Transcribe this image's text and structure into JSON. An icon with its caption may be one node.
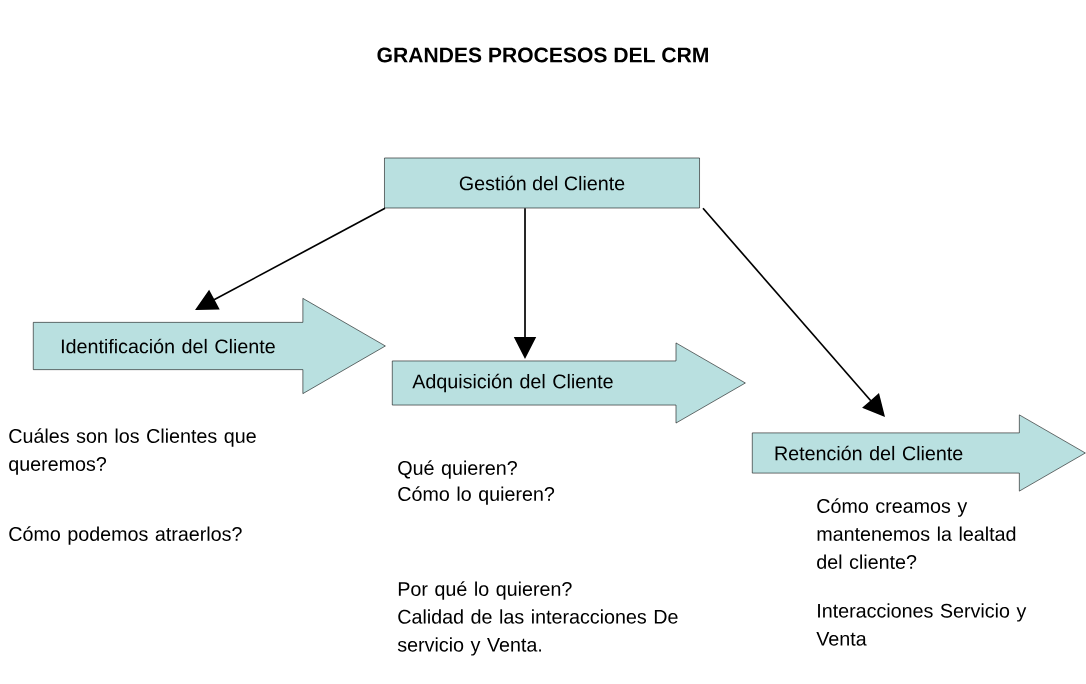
{
  "diagram": {
    "title": "GRANDES PROCESOS DEL CRM",
    "nodes": [
      {
        "text": [
          "Gestión del Cliente"
        ]
      },
      {
        "text": [
          "Identificación del Cliente"
        ],
        "beside": [
          "Cuáles son los Clientes que queremos?",
          "Cómo podemos atraerlos?"
        ]
      },
      {
        "text": [
          "Adquisición del Cliente"
        ],
        "beside": [
          "Qué quieren?",
          "Cómo lo quieren?",
          "Por qué lo quieren?",
          "Calidad de las interacciones De servicio y Venta."
        ]
      },
      {
        "text": [
          "Retención del Cliente"
        ],
        "beside": [
          "Cómo creamos y mantenemos la lealtad del cliente?",
          "Interacciones Servicio y Venta"
        ]
      }
    ],
    "edges": [
      {
        "from": 0,
        "to": 1,
        "arrow": "to"
      },
      {
        "from": 0,
        "to": 2,
        "arrow": "to"
      },
      {
        "from": 0,
        "to": 3,
        "arrow": "to"
      }
    ]
  }
}
